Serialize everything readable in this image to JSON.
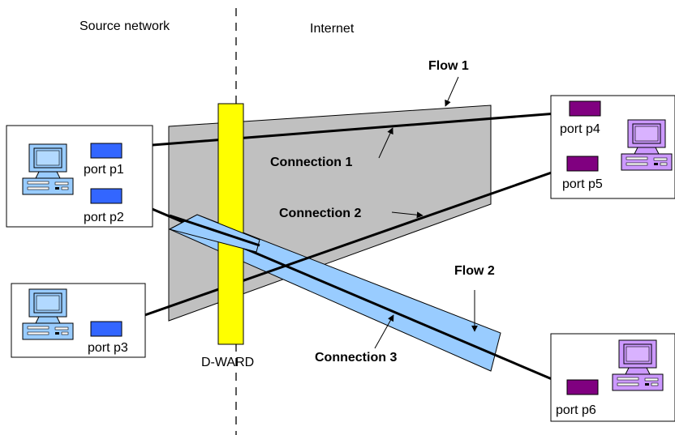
{
  "regions": {
    "left": "Source network",
    "right": "Internet"
  },
  "device": {
    "label": "D-WARD",
    "color": "#ffff00"
  },
  "flows": {
    "flow1": {
      "label": "Flow 1",
      "color": "#c0c0c0"
    },
    "flow2": {
      "label": "Flow 2",
      "color": "#99ccff"
    }
  },
  "connections": {
    "c1": "Connection 1",
    "c2": "Connection 2",
    "c3": "Connection 3"
  },
  "ports": {
    "p1": "port p1",
    "p2": "port p2",
    "p3": "port p3",
    "p4": "port p4",
    "p5": "port p5",
    "p6": "port p6"
  },
  "colors": {
    "source_port": "#3366ff",
    "dest_port": "#800080",
    "source_computer": "#99ccff",
    "dest_computer": "#cc99ff"
  }
}
